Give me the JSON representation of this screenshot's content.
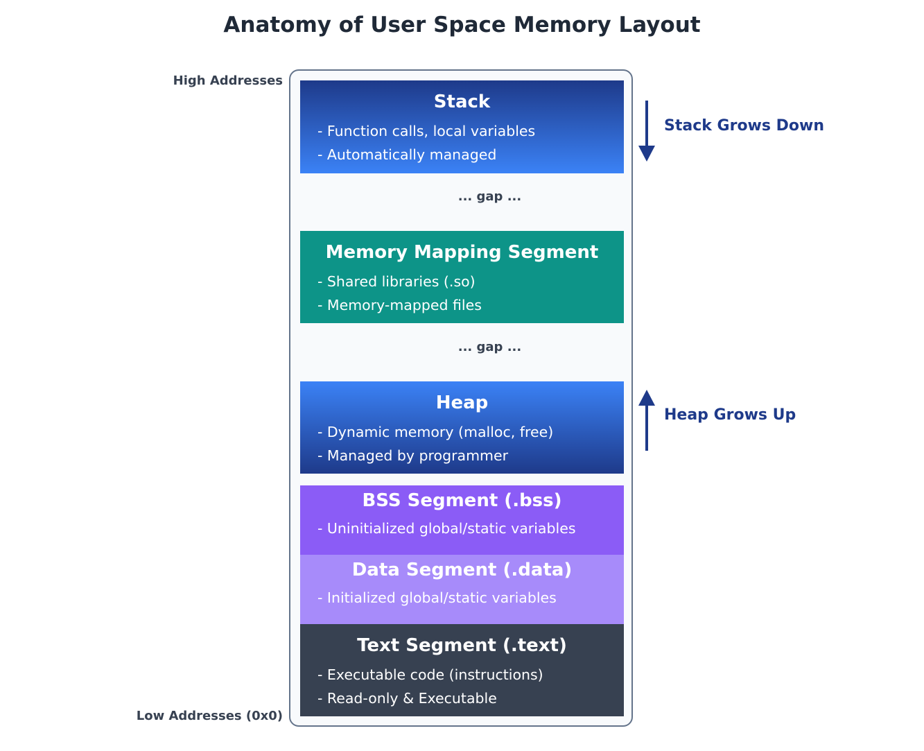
{
  "title": "Anatomy of User Space Memory Layout",
  "address_labels": {
    "high": "High Addresses",
    "low": "Low Addresses (0x0)"
  },
  "segments": {
    "stack": {
      "title": "Stack",
      "lines": [
        "- Function calls, local variables",
        "- Automatically managed"
      ]
    },
    "mmap": {
      "title": "Memory Mapping Segment",
      "lines": [
        "- Shared libraries (.so)",
        "- Memory-mapped files"
      ]
    },
    "heap": {
      "title": "Heap",
      "lines": [
        "- Dynamic memory (malloc, free)",
        "- Managed by programmer"
      ]
    },
    "bss": {
      "title": "BSS Segment (.bss)",
      "lines": [
        "- Uninitialized global/static variables"
      ]
    },
    "data": {
      "title": "Data Segment (.data)",
      "lines": [
        "- Initialized global/static variables"
      ]
    },
    "text": {
      "title": "Text Segment (.text)",
      "lines": [
        "- Executable code (instructions)",
        "- Read-only & Executable"
      ]
    }
  },
  "gaps": [
    "... gap ...",
    "... gap ..."
  ],
  "growth": {
    "stack": "Stack Grows Down",
    "heap": "Heap Grows Up"
  },
  "colors": {
    "stack": "#1e3a8a",
    "mmap": "#0d9488",
    "heap": "#3b82f6",
    "bss": "#8b5cf6",
    "data": "#a78bfa",
    "text": "#374151",
    "arrow": "#1e3a8a"
  },
  "icons": {
    "down_arrow": "arrow-down-icon",
    "up_arrow": "arrow-up-icon"
  }
}
